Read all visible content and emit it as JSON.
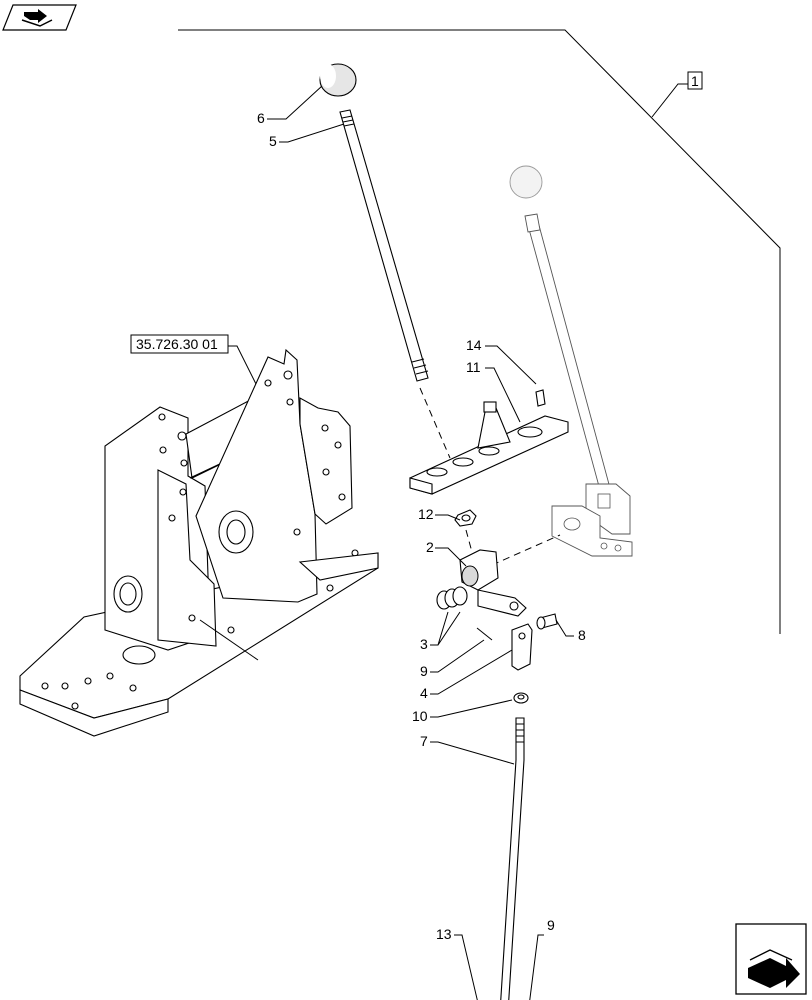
{
  "assembly_ref": "1",
  "cross_ref": "35.726.30 01",
  "callouts": {
    "c1": "1",
    "c2": "2",
    "c3": "3",
    "c4": "4",
    "c5": "5",
    "c6": "6",
    "c7": "7",
    "c8": "8",
    "c9a": "9",
    "c9b": "9",
    "c10": "10",
    "c11": "11",
    "c12": "12",
    "c13": "13",
    "c14": "14"
  },
  "icons": {
    "top_left": "binder-arrow-icon",
    "bottom_right": "next-page-arrow-icon"
  }
}
